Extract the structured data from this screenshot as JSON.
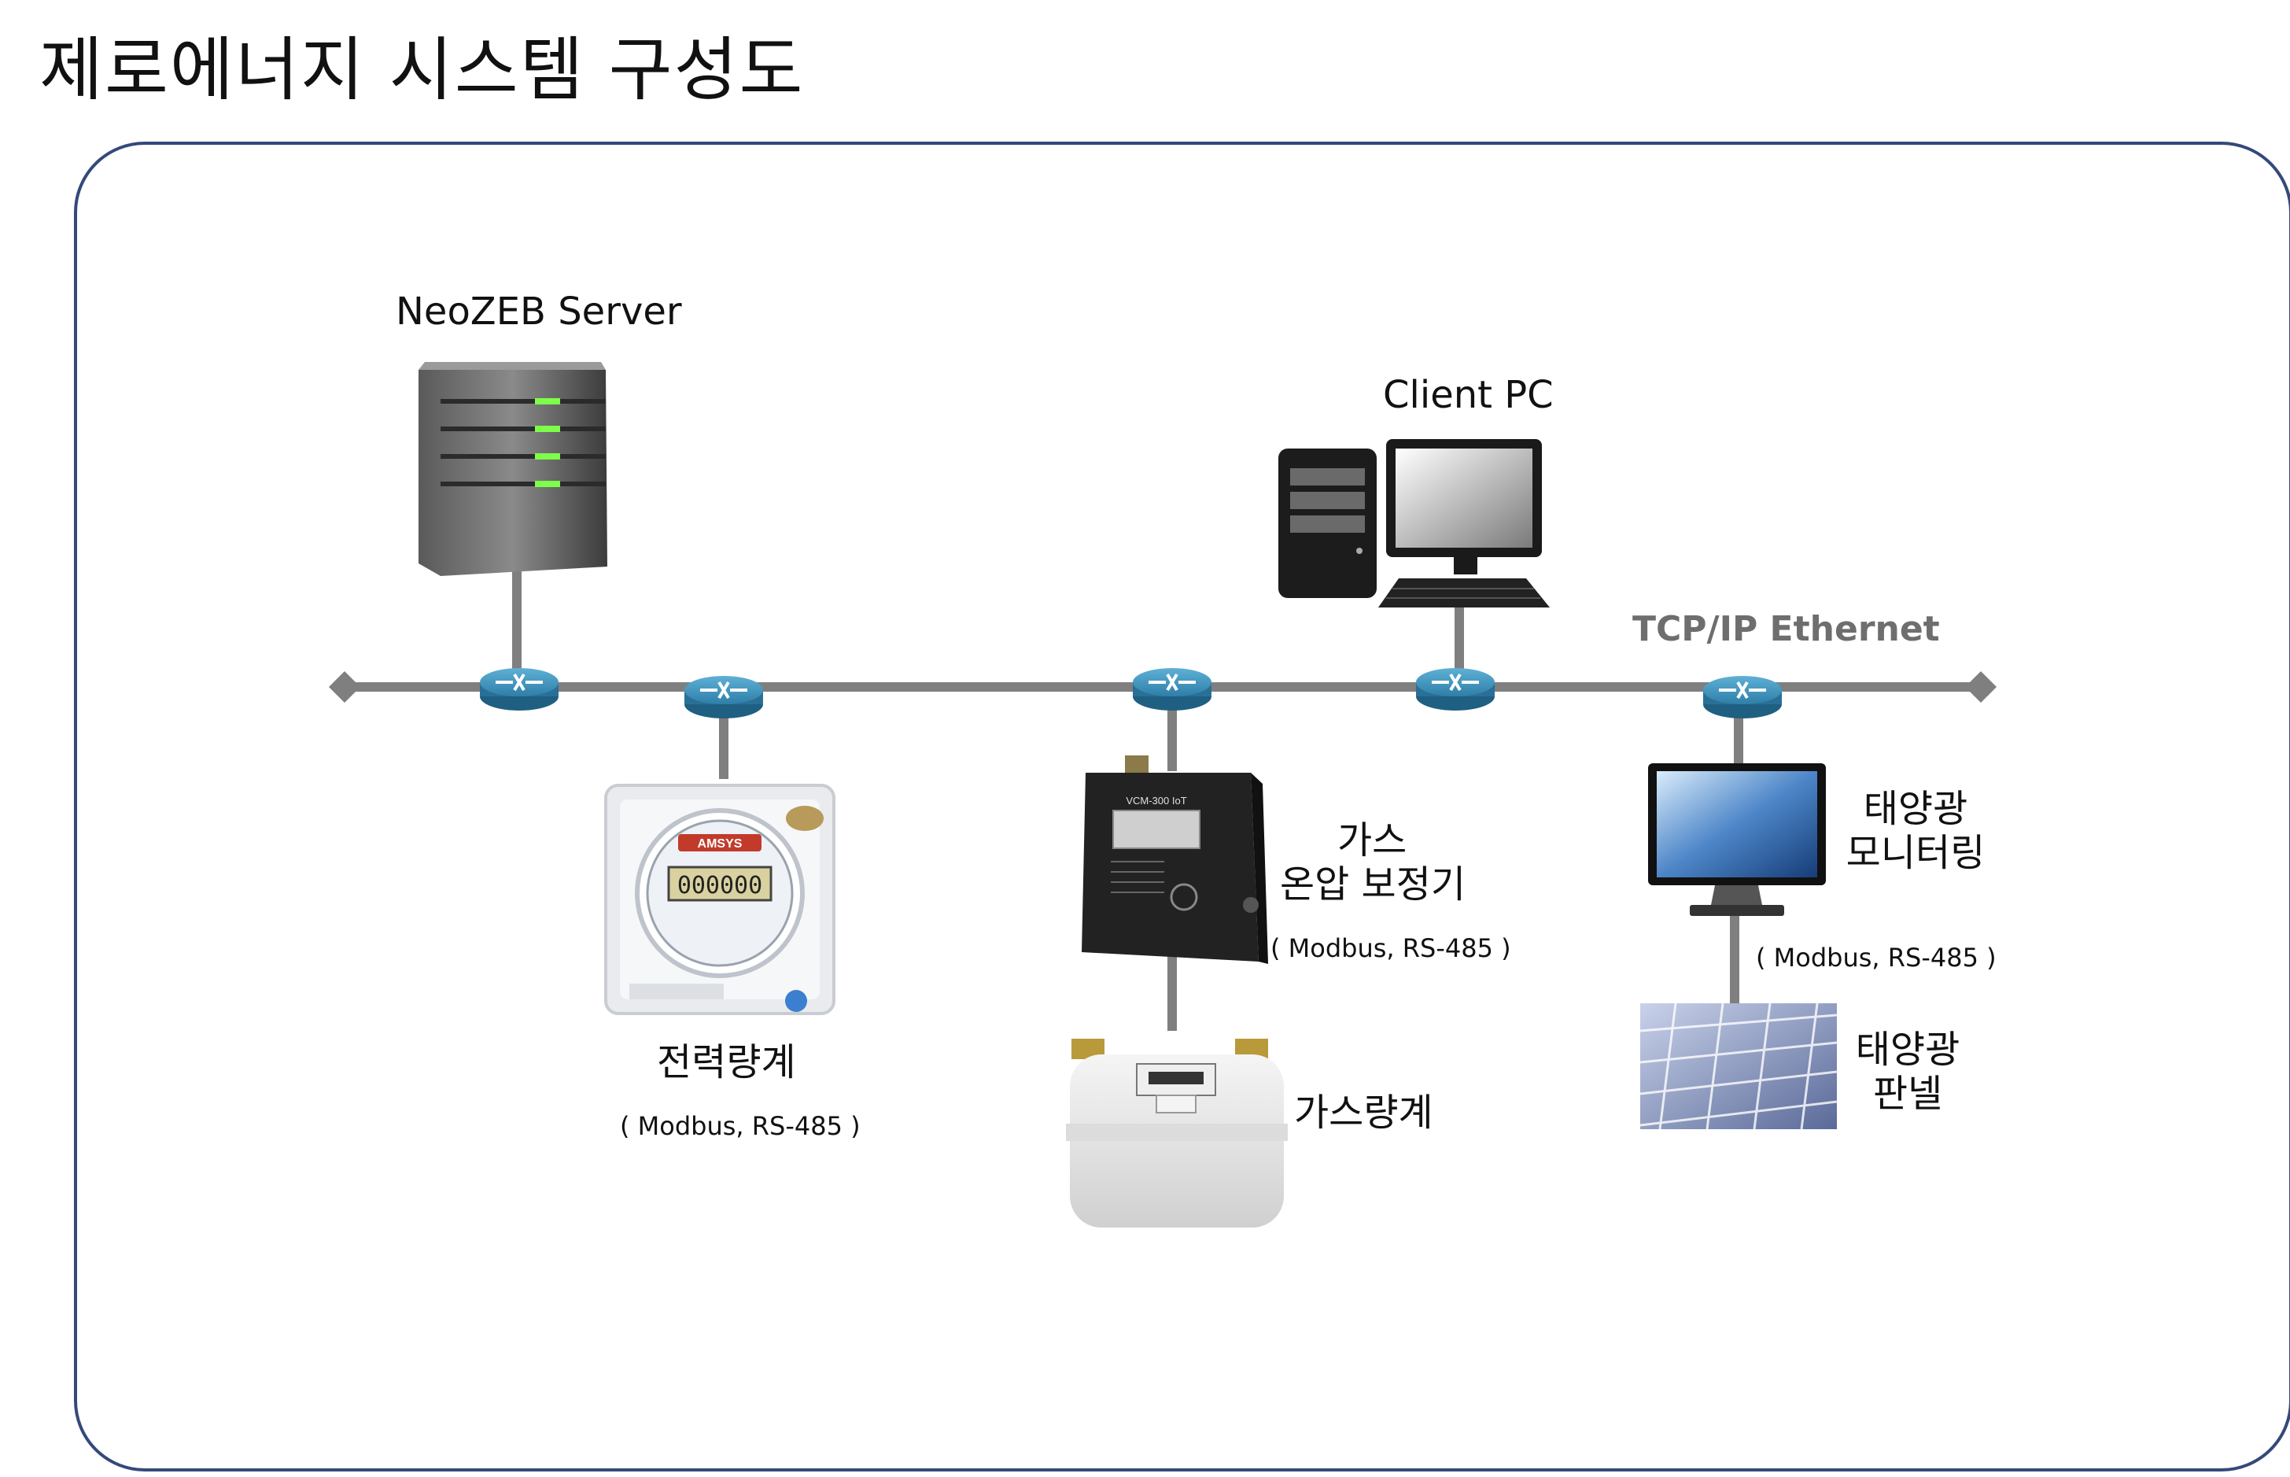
{
  "title": "제로에너지 시스템 구성도",
  "labels": {
    "server": "NeoZEB Server",
    "client": "Client PC",
    "network": "TCP/IP Ethernet",
    "power_meter": "전력량계",
    "power_meter_proto": "( Modbus, RS-485 )",
    "gas_corrector_line1": "가스",
    "gas_corrector_line2": "온압 보정기",
    "gas_corrector_proto": "( Modbus, RS-485 )",
    "gas_meter": "가스량계",
    "solar_monitor_line1": "태양광",
    "solar_monitor_line2": "모니터링",
    "solar_monitor_proto": "( Modbus, RS-485 )",
    "solar_panel_line1": "태양광",
    "solar_panel_line2": "판넬"
  },
  "device_text": {
    "amsys": "AMSYS",
    "meter_digits": "000000",
    "vcm": "VCM-300 IoT"
  },
  "colors": {
    "frame": "#34497a",
    "bus": "#7f7f7f",
    "router": "#2e7fa8",
    "network_label": "#6e6e6e"
  }
}
